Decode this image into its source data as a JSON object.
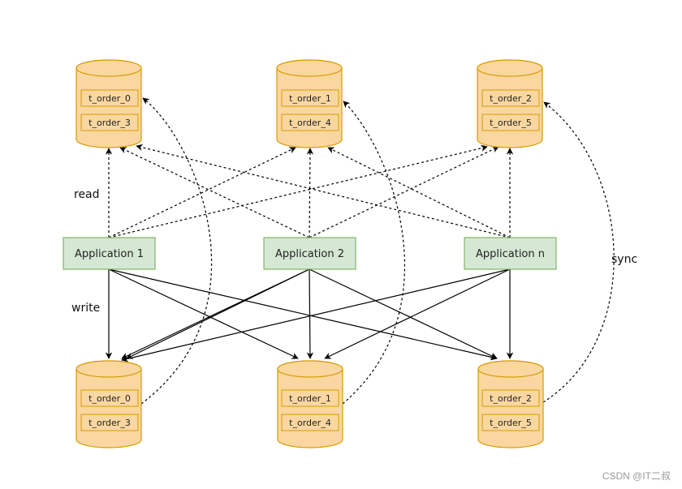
{
  "colors": {
    "db_fill": "#fad7a0",
    "db_stroke": "#d79b00",
    "app_fill": "#d5e8d4",
    "app_stroke": "#82b366",
    "line": "#000000"
  },
  "databases": {
    "top": [
      {
        "tables": [
          "t_order_0",
          "t_order_3"
        ]
      },
      {
        "tables": [
          "t_order_1",
          "t_order_4"
        ]
      },
      {
        "tables": [
          "t_order_2",
          "t_order_5"
        ]
      }
    ],
    "bottom": [
      {
        "tables": [
          "t_order_0",
          "t_order_3"
        ]
      },
      {
        "tables": [
          "t_order_1",
          "t_order_4"
        ]
      },
      {
        "tables": [
          "t_order_2",
          "t_order_5"
        ]
      }
    ]
  },
  "applications": [
    "Application 1",
    "Application 2",
    "Application n"
  ],
  "labels": {
    "read": "read",
    "write": "write",
    "sync": "sync"
  },
  "watermark": "CSDN @IT二叔"
}
